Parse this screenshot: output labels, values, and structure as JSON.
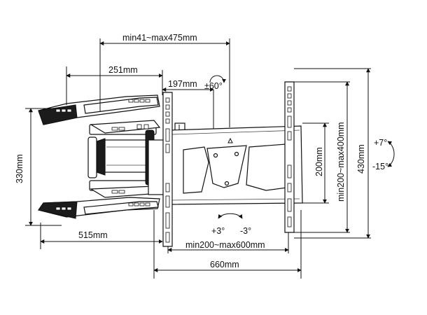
{
  "dimensions": {
    "top_span": "min41~max475mm",
    "arm_length": "251mm",
    "swivel_length": "197mm",
    "swivel_angle": "±60°",
    "bracket_height": "330mm",
    "vesa_vertical": "min200~max400mm",
    "vesa_vertical_min": "200mm",
    "plate_height": "430mm",
    "tilt_up": "+7°",
    "tilt_down": "-15°",
    "level_plus": "+3°",
    "level_minus": "-3°",
    "vesa_horizontal": "min200~max600mm",
    "arm_depth": "515mm",
    "plate_width": "660mm"
  }
}
